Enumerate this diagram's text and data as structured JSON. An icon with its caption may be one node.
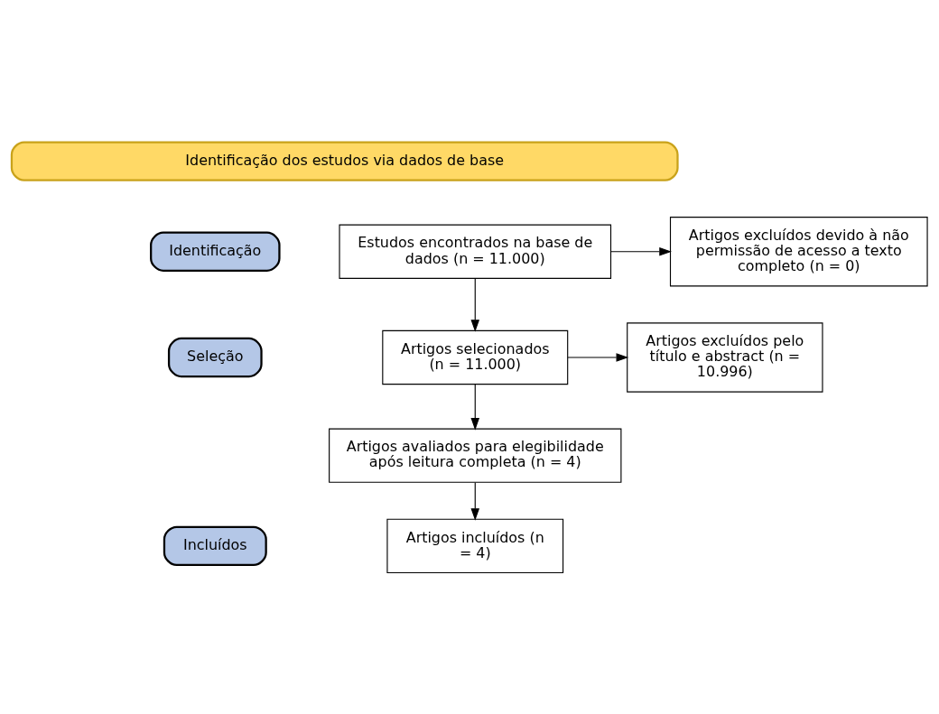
{
  "diagram": {
    "nodes": [
      {
        "text": [
          "Identificação dos estudos via dados de base"
        ]
      },
      {
        "text": [
          "Identificação"
        ]
      },
      {
        "text": [
          "Seleção"
        ]
      },
      {
        "text": [
          "Incluídos"
        ]
      },
      {
        "text": [
          "Estudos encontrados na base de dados (n = 11.000)"
        ]
      },
      {
        "text": [
          "Artigos excluídos devido à não permissão de acesso a texto completo (n = 0)"
        ]
      },
      {
        "text": [
          "Artigos selecionados (n = 11.000)"
        ]
      },
      {
        "text": [
          "Artigos excluídos pelo título e abstract (n = 10.996)"
        ]
      },
      {
        "text": [
          "Artigos avaliados para elegibilidade após leitura completa (n = 4)"
        ]
      },
      {
        "text": [
          "Artigos incluídos (n = 4)"
        ]
      }
    ],
    "edges": [
      {
        "from": 4,
        "to": 5,
        "arrow": "to"
      },
      {
        "from": 4,
        "to": 6,
        "arrow": "to"
      },
      {
        "from": 6,
        "to": 7,
        "arrow": "to"
      },
      {
        "from": 6,
        "to": 8,
        "arrow": "to"
      },
      {
        "from": 8,
        "to": 9,
        "arrow": "to"
      }
    ]
  }
}
